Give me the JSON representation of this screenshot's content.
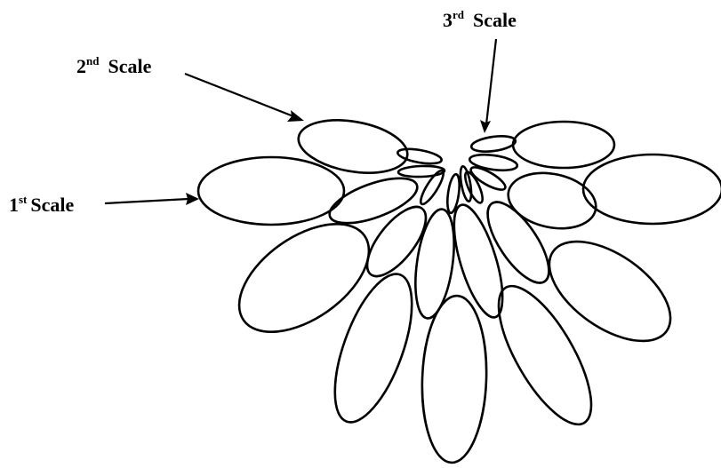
{
  "labels": {
    "first": {
      "num": "1",
      "sup": "st",
      "word": "Scale"
    },
    "second": {
      "num": "2",
      "sup": "nd",
      "word": "Scale"
    },
    "third": {
      "num": "3",
      "sup": "rd",
      "word": "Scale"
    }
  },
  "colors": {
    "stroke": "#000000",
    "background": "#ffffff"
  }
}
